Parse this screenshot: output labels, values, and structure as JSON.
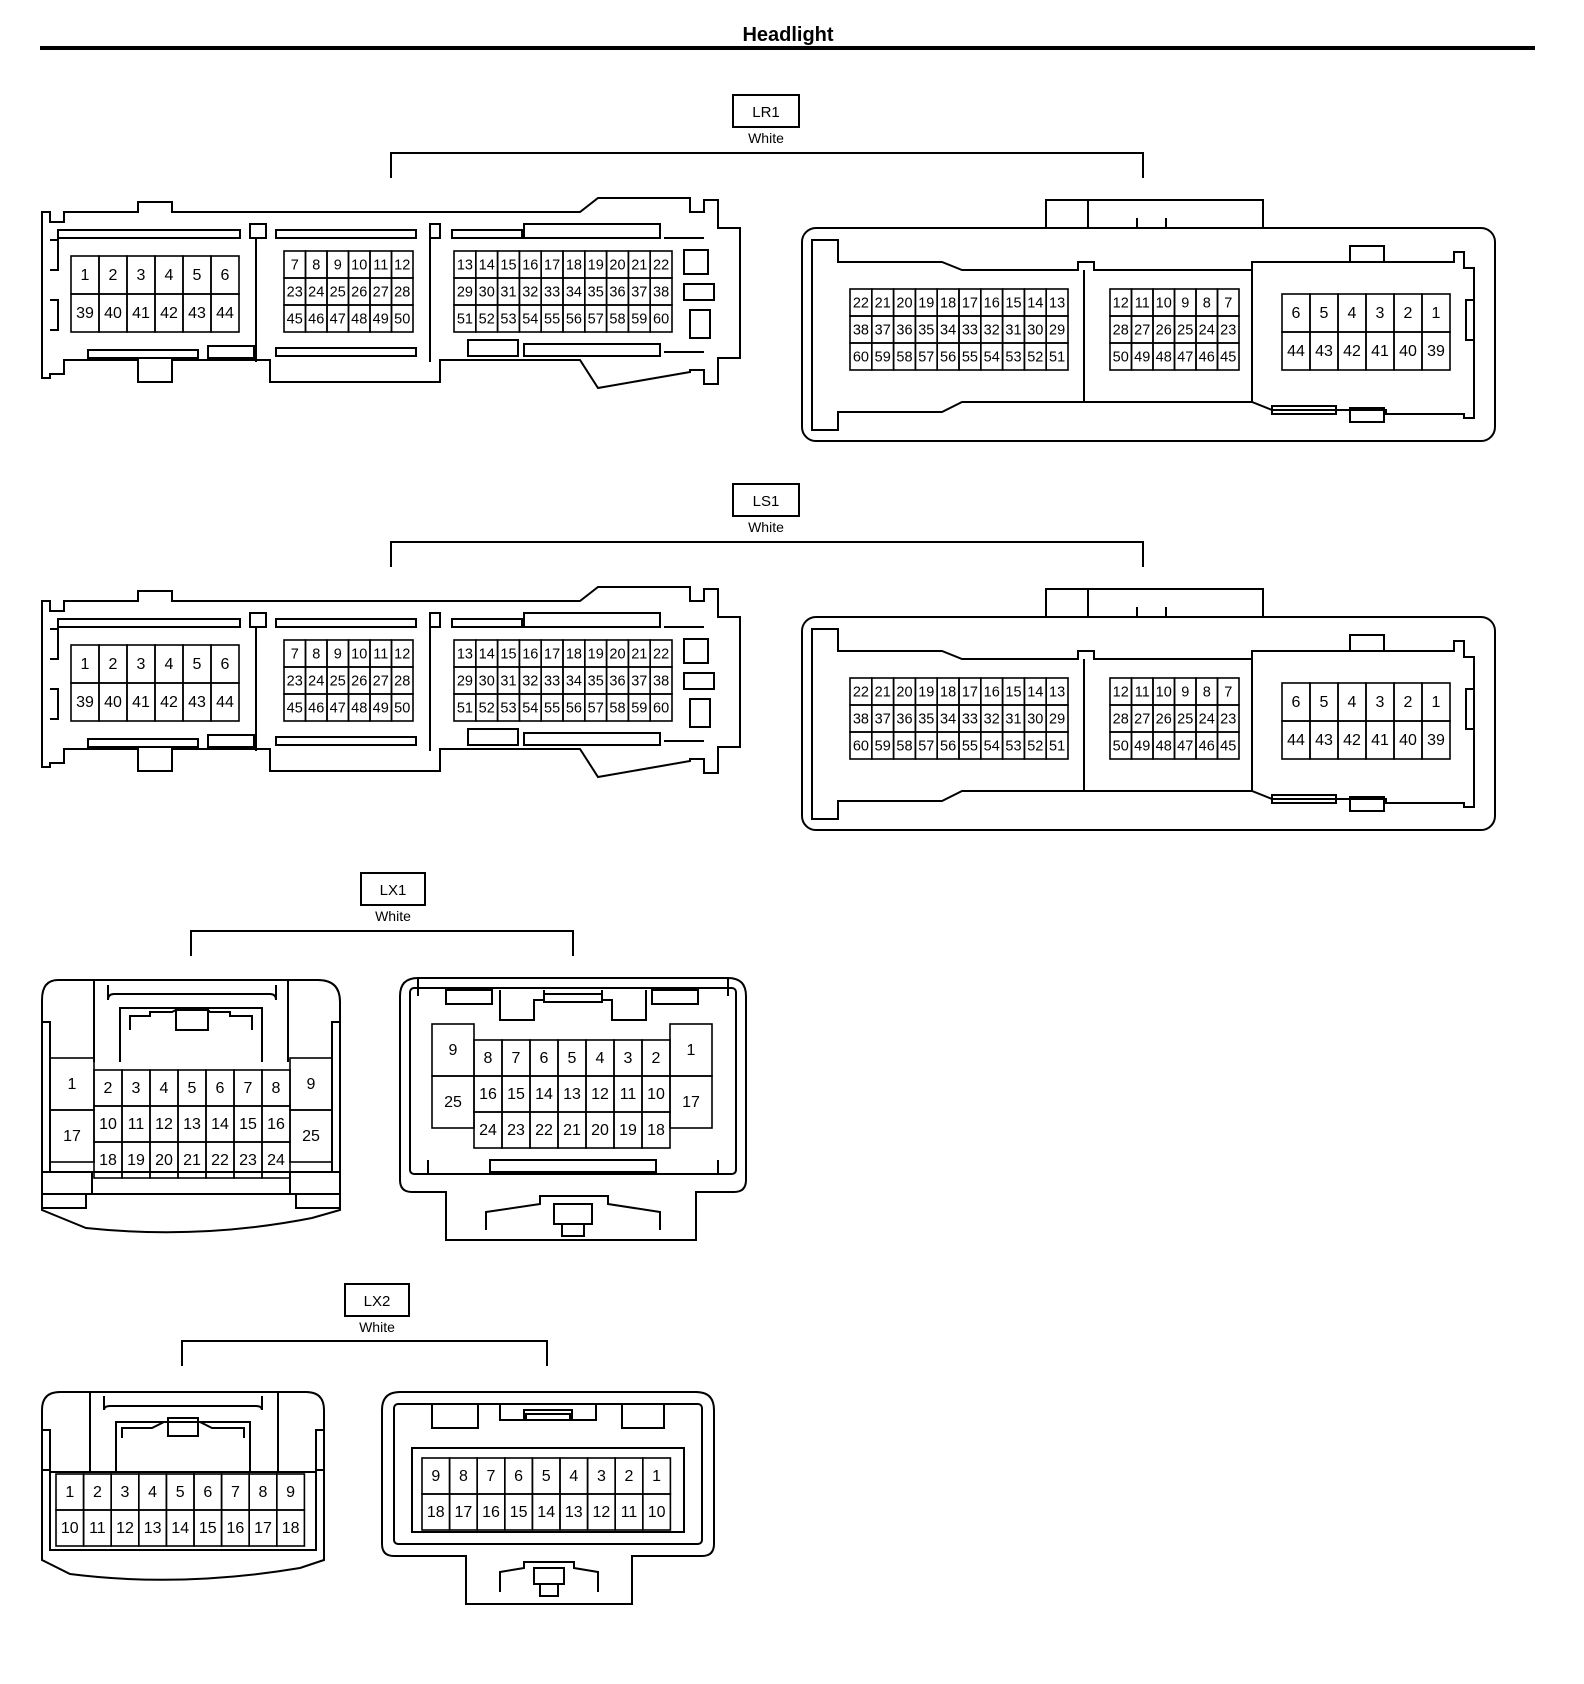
{
  "page": {
    "title": "Headlight"
  },
  "connectors": [
    {
      "id": "LR1",
      "label": "LR1",
      "color": "White",
      "left": {
        "blocks": [
          {
            "rows": [
              [
                "1",
                "2",
                "3",
                "4",
                "5",
                "6"
              ],
              [
                "39",
                "40",
                "41",
                "42",
                "43",
                "44"
              ]
            ]
          },
          {
            "rows": [
              [
                "7",
                "8",
                "9",
                "10",
                "11",
                "12"
              ],
              [
                "23",
                "24",
                "25",
                "26",
                "27",
                "28"
              ],
              [
                "45",
                "46",
                "47",
                "48",
                "49",
                "50"
              ]
            ]
          },
          {
            "rows": [
              [
                "13",
                "14",
                "15",
                "16",
                "17",
                "18",
                "19",
                "20",
                "21",
                "22"
              ],
              [
                "29",
                "30",
                "31",
                "32",
                "33",
                "34",
                "35",
                "36",
                "37",
                "38"
              ],
              [
                "51",
                "52",
                "53",
                "54",
                "55",
                "56",
                "57",
                "58",
                "59",
                "60"
              ]
            ]
          }
        ]
      },
      "right": {
        "blocks": [
          {
            "rows": [
              [
                "22",
                "21",
                "20",
                "19",
                "18",
                "17",
                "16",
                "15",
                "14",
                "13"
              ],
              [
                "38",
                "37",
                "36",
                "35",
                "34",
                "33",
                "32",
                "31",
                "30",
                "29"
              ],
              [
                "60",
                "59",
                "58",
                "57",
                "56",
                "55",
                "54",
                "53",
                "52",
                "51"
              ]
            ]
          },
          {
            "rows": [
              [
                "12",
                "11",
                "10",
                "9",
                "8",
                "7"
              ],
              [
                "28",
                "27",
                "26",
                "25",
                "24",
                "23"
              ],
              [
                "50",
                "49",
                "48",
                "47",
                "46",
                "45"
              ]
            ]
          },
          {
            "rows": [
              [
                "6",
                "5",
                "4",
                "3",
                "2",
                "1"
              ],
              [
                "44",
                "43",
                "42",
                "41",
                "40",
                "39"
              ]
            ]
          }
        ]
      }
    },
    {
      "id": "LS1",
      "label": "LS1",
      "color": "White",
      "left": {
        "blocks": [
          {
            "rows": [
              [
                "1",
                "2",
                "3",
                "4",
                "5",
                "6"
              ],
              [
                "39",
                "40",
                "41",
                "42",
                "43",
                "44"
              ]
            ]
          },
          {
            "rows": [
              [
                "7",
                "8",
                "9",
                "10",
                "11",
                "12"
              ],
              [
                "23",
                "24",
                "25",
                "26",
                "27",
                "28"
              ],
              [
                "45",
                "46",
                "47",
                "48",
                "49",
                "50"
              ]
            ]
          },
          {
            "rows": [
              [
                "13",
                "14",
                "15",
                "16",
                "17",
                "18",
                "19",
                "20",
                "21",
                "22"
              ],
              [
                "29",
                "30",
                "31",
                "32",
                "33",
                "34",
                "35",
                "36",
                "37",
                "38"
              ],
              [
                "51",
                "52",
                "53",
                "54",
                "55",
                "56",
                "57",
                "58",
                "59",
                "60"
              ]
            ]
          }
        ]
      },
      "right": {
        "blocks": [
          {
            "rows": [
              [
                "22",
                "21",
                "20",
                "19",
                "18",
                "17",
                "16",
                "15",
                "14",
                "13"
              ],
              [
                "38",
                "37",
                "36",
                "35",
                "34",
                "33",
                "32",
                "31",
                "30",
                "29"
              ],
              [
                "60",
                "59",
                "58",
                "57",
                "56",
                "55",
                "54",
                "53",
                "52",
                "51"
              ]
            ]
          },
          {
            "rows": [
              [
                "12",
                "11",
                "10",
                "9",
                "8",
                "7"
              ],
              [
                "28",
                "27",
                "26",
                "25",
                "24",
                "23"
              ],
              [
                "50",
                "49",
                "48",
                "47",
                "46",
                "45"
              ]
            ]
          },
          {
            "rows": [
              [
                "6",
                "5",
                "4",
                "3",
                "2",
                "1"
              ],
              [
                "44",
                "43",
                "42",
                "41",
                "40",
                "39"
              ]
            ]
          }
        ]
      }
    },
    {
      "id": "LX1",
      "label": "LX1",
      "color": "White",
      "left": {
        "side_left": [
          "1",
          "17"
        ],
        "center": [
          [
            "2",
            "3",
            "4",
            "5",
            "6",
            "7",
            "8"
          ],
          [
            "10",
            "11",
            "12",
            "13",
            "14",
            "15",
            "16"
          ],
          [
            "18",
            "19",
            "20",
            "21",
            "22",
            "23",
            "24"
          ]
        ],
        "side_right": [
          "9",
          "25"
        ]
      },
      "right": {
        "side_left": [
          "9",
          "25"
        ],
        "center": [
          [
            "8",
            "7",
            "6",
            "5",
            "4",
            "3",
            "2"
          ],
          [
            "16",
            "15",
            "14",
            "13",
            "12",
            "11",
            "10"
          ],
          [
            "24",
            "23",
            "22",
            "21",
            "20",
            "19",
            "18"
          ]
        ],
        "side_right": [
          "1",
          "17"
        ]
      }
    },
    {
      "id": "LX2",
      "label": "LX2",
      "color": "White",
      "left": {
        "rows": [
          [
            "1",
            "2",
            "3",
            "4",
            "5",
            "6",
            "7",
            "8",
            "9"
          ],
          [
            "10",
            "11",
            "12",
            "13",
            "14",
            "15",
            "16",
            "17",
            "18"
          ]
        ]
      },
      "right": {
        "rows": [
          [
            "9",
            "8",
            "7",
            "6",
            "5",
            "4",
            "3",
            "2",
            "1"
          ],
          [
            "18",
            "17",
            "16",
            "15",
            "14",
            "13",
            "12",
            "11",
            "10"
          ]
        ]
      }
    }
  ]
}
